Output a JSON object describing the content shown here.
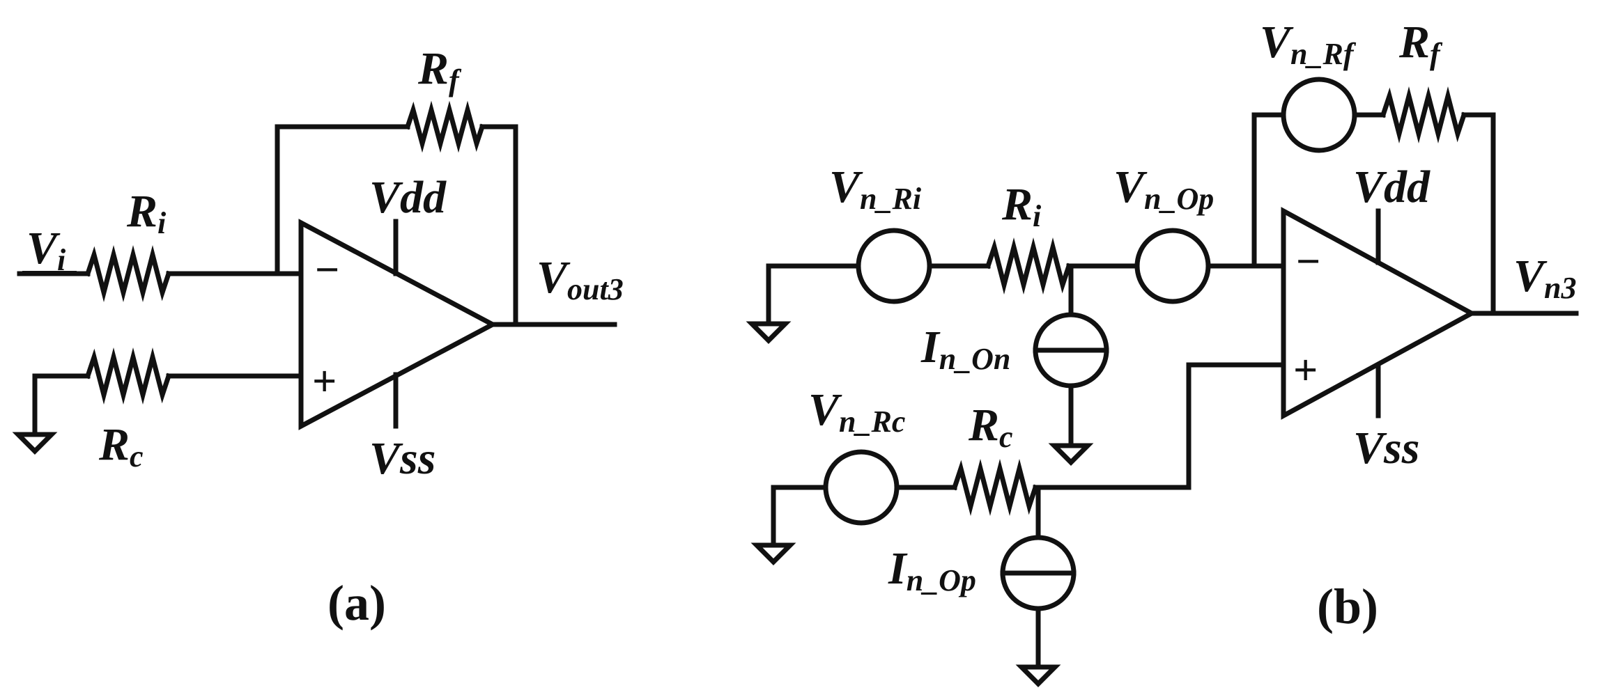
{
  "circuit_a": {
    "caption": "(a)",
    "vi": {
      "base": "V",
      "sub": "i"
    },
    "ri": {
      "base": "R",
      "sub": "i"
    },
    "rc": {
      "base": "R",
      "sub": "c"
    },
    "rf": {
      "base": "R",
      "sub": "f"
    },
    "vdd": "Vdd",
    "vss": "Vss",
    "vout": {
      "base": "V",
      "sub": "out3"
    },
    "minus": "−",
    "plus": "+"
  },
  "circuit_b": {
    "caption": "(b)",
    "vn_ri": {
      "base": "V",
      "sub": "n_Ri"
    },
    "ri": {
      "base": "R",
      "sub": "i"
    },
    "vn_op": {
      "base": "V",
      "sub": "n_Op"
    },
    "in_on": {
      "base": "I",
      "sub": "n_On"
    },
    "vn_rc": {
      "base": "V",
      "sub": "n_Rc"
    },
    "rc": {
      "base": "R",
      "sub": "c"
    },
    "in_op": {
      "base": "I",
      "sub": "n_Op"
    },
    "vn_rf": {
      "base": "V",
      "sub": "n_Rf"
    },
    "rf": {
      "base": "R",
      "sub": "f"
    },
    "vdd": "Vdd",
    "vss": "Vss",
    "vn3": {
      "base": "V",
      "sub": "n3"
    },
    "minus": "−",
    "plus": "+"
  }
}
